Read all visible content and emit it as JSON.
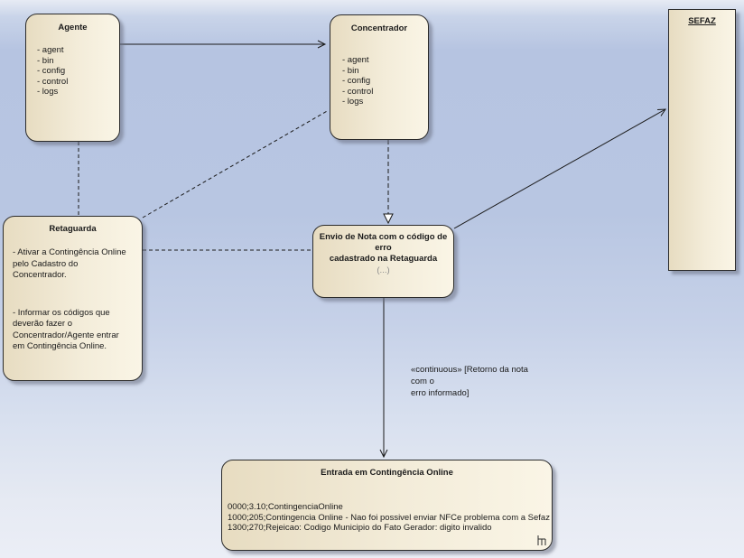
{
  "nodes": {
    "agente": {
      "title": "Agente",
      "items": [
        "- agent",
        "- bin",
        "- config",
        "- control",
        "- logs"
      ]
    },
    "concentrador": {
      "title": "Concentrador",
      "items": [
        "- agent",
        "- bin",
        "- config",
        "- control",
        "- logs"
      ]
    },
    "sefaz": {
      "title": "SEFAZ"
    },
    "retaguarda": {
      "title": "Retaguarda",
      "note1": "- Ativar a Contingência Online\npelo Cadastro do\nConcentrador.",
      "note2": "- Informar os códigos que\ndeverão fazer o\nConcentrador/Agente entrar\nem Contingência Online."
    },
    "envio": {
      "title": "Envio de Nota com o código de erro\ncadastrado na Retaguarda",
      "more": "(...)"
    },
    "entrada": {
      "title": "Entrada em Contingência Online",
      "lines": [
        "0000;3.10;ContingenciaOnline",
        "1000;205;Contingencia Online - Nao foi possivel enviar NFCe problema com a Sefaz",
        "1300;270;Rejeicao: Codigo Municipio do Fato Gerador: digito invalido"
      ]
    }
  },
  "edges": {
    "continuous_label": "«continuous» [Retorno da nota com o\nerro informado]"
  },
  "icons": {
    "composite_rake": "composite-activity-rake-icon"
  },
  "colors": {
    "node_fill_left": "#e7dcc1",
    "node_fill_right": "#faf5e6",
    "node_border": "#2b2b2b",
    "canvas_top": "#e7ebf4",
    "canvas_mid": "#b8c6e2",
    "canvas_bottom": "#ebeef6",
    "line": "#1a1a1a",
    "muted_text": "#8a8a8a"
  }
}
